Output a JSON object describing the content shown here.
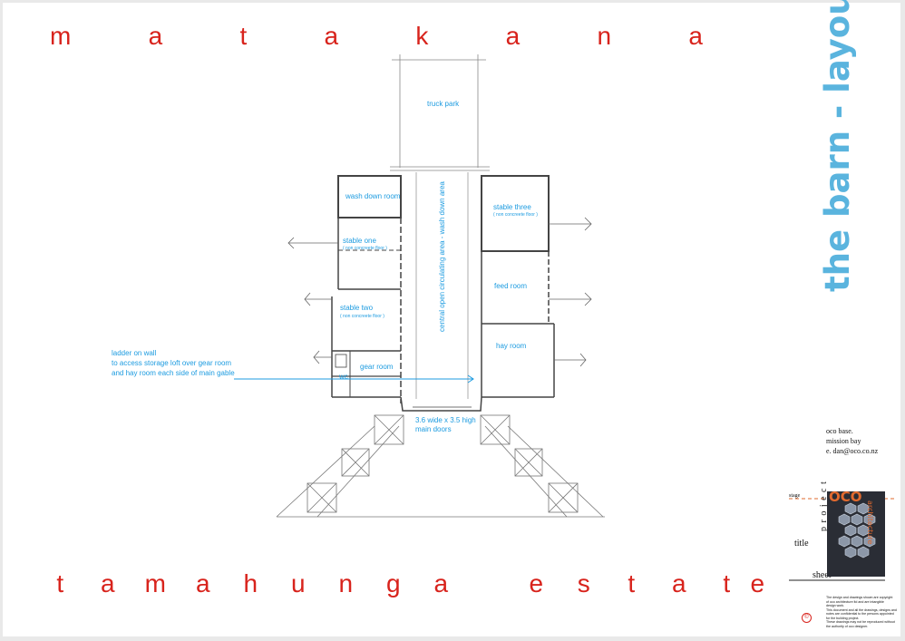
{
  "project_name_letters": [
    "m",
    "a",
    "t",
    "a",
    "k",
    "a",
    "n",
    "a"
  ],
  "estate_name_letters": [
    "t",
    "a",
    "m",
    "a",
    "h",
    "u",
    "n",
    "g",
    "a",
    "",
    "e",
    "s",
    "t",
    "a",
    "t",
    "e"
  ],
  "sheet_title": "the barn - layout",
  "plan_labels": {
    "truck_park": "truck park",
    "wash_down_room": "wash down room",
    "stable_one": "stable one",
    "stable_one_note": "( non concreete floor )",
    "stable_two": "stable two",
    "stable_two_note": "( non concreete floor )",
    "stable_three": "stable three",
    "stable_three_note": "( non concreete floor )",
    "feed_room": "feed room",
    "hay_room": "hay room",
    "gear_room": "gear room",
    "wc": "wc",
    "central_area": "central open circulating area - wash down area",
    "main_doors_line1": "3.6 wide x 3.5 high",
    "main_doors_line2": "main doors",
    "ladder_line1": "ladder on wall",
    "ladder_line2": "to access storage loft over gear room",
    "ladder_line3": "and hay room each side of main gable"
  },
  "title_block": {
    "address_line1": "oco base.",
    "address_line2": "mission bay",
    "address_line3": "e.  dan@oco.co.nz",
    "project_label": "p r o j e c t",
    "stage_label": "stage",
    "title_label": "title",
    "sheet_label": "sheet",
    "logo_text": "OCO",
    "logo_subtext": "architecture",
    "copyright_symbol": "©",
    "copyright_note_lines": [
      "The design and drawings shown are copyright",
      "of oco architecture ltd and are intangible",
      "design work.",
      "This document and all the drawings, designs and",
      "notes are confidential to the persons appointed",
      "for the building project.",
      "These drawings may not be reproduced without",
      "the authority of oco designer."
    ]
  },
  "colors": {
    "title_red": "#d8231c",
    "label_blue": "#1c9be0",
    "heading_blue": "#5ab4de",
    "logo_orange": "#e26a2e"
  }
}
